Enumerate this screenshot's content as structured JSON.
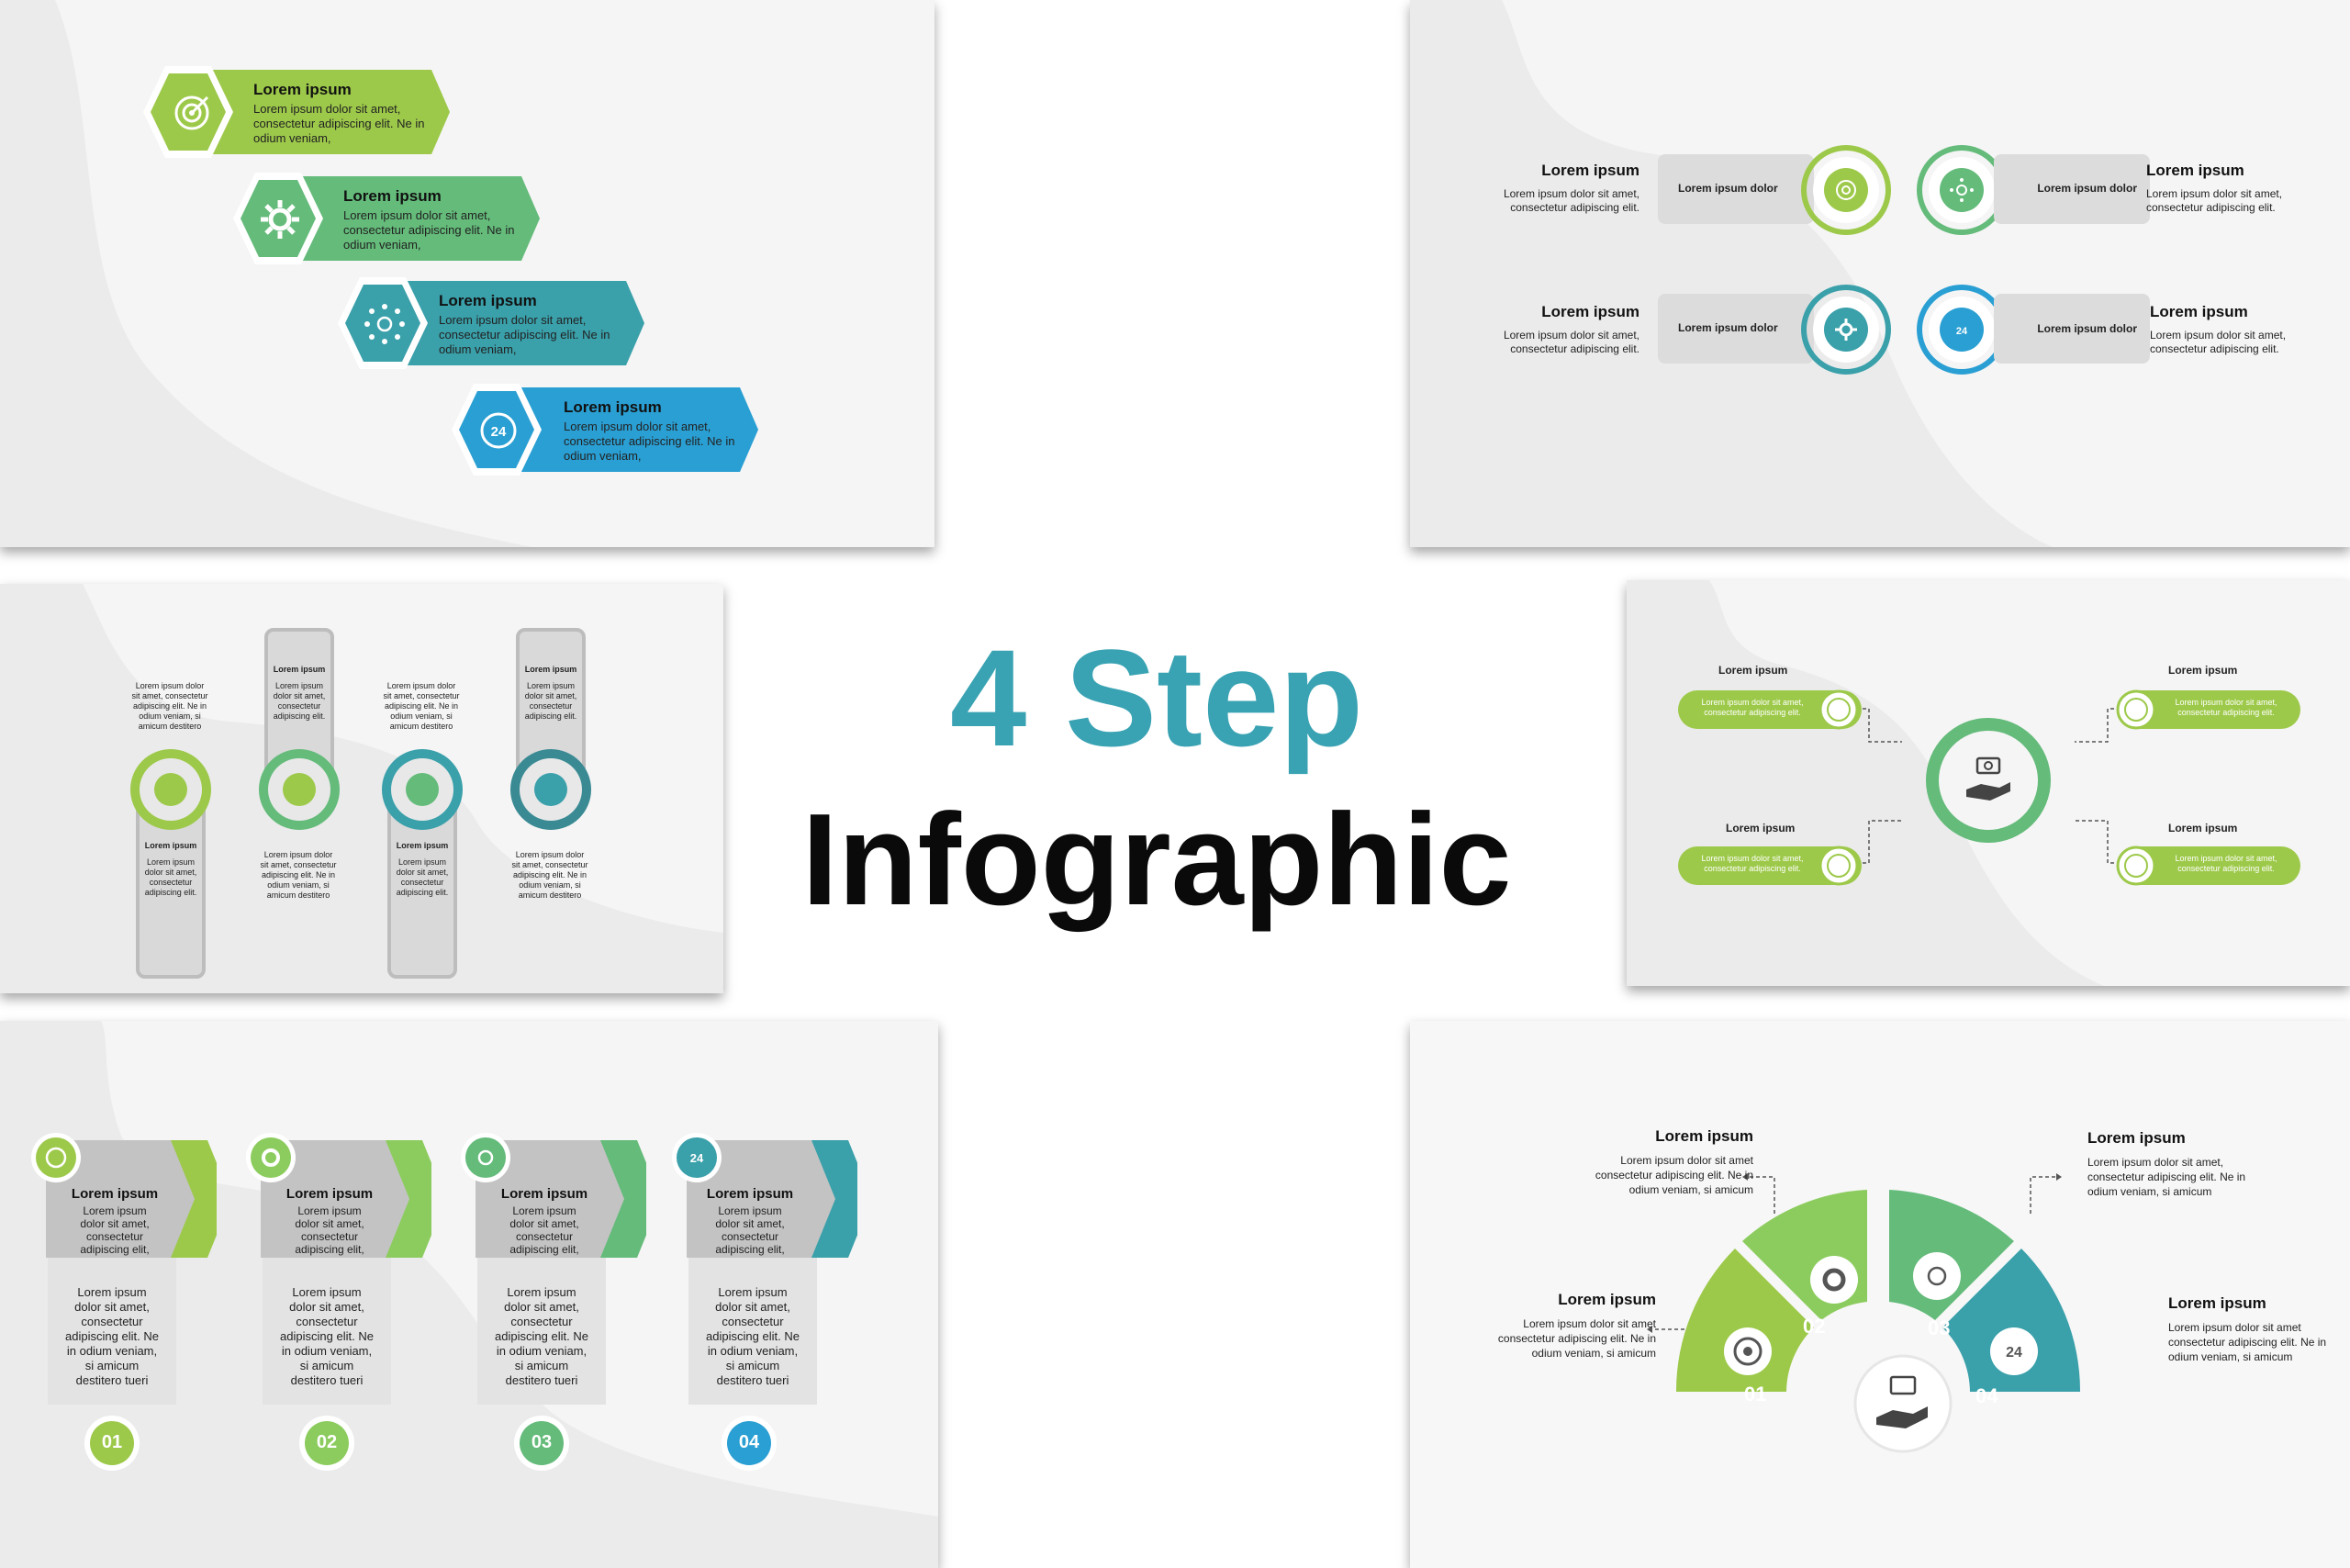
{
  "colors": {
    "green_light": "#9dc94a",
    "green": "#64bb7a",
    "teal": "#3aa0aa",
    "blue": "#2a9fd3",
    "gray_panel": "#dcdcdc",
    "headline_teal": "#3aa3b3"
  },
  "headline": {
    "line1": "4 Step",
    "line2": "Infographic"
  },
  "slide1": {
    "steps": [
      {
        "title": "Lorem ipsum",
        "body1": "Lorem ipsum dolor sit amet,",
        "body2": "consectetur adipiscing elit. Ne in",
        "body3": "odium veniam,",
        "icon": "target-icon"
      },
      {
        "title": "Lorem ipsum",
        "body1": "Lorem ipsum dolor sit amet,",
        "body2": "consectetur adipiscing elit. Ne in",
        "body3": "odium veniam,",
        "icon": "gears-icon"
      },
      {
        "title": "Lorem ipsum",
        "body1": "Lorem ipsum dolor sit amet,",
        "body2": "consectetur adipiscing elit. Ne in",
        "body3": "odium veniam,",
        "icon": "network-icon"
      },
      {
        "title": "Lorem ipsum",
        "body1": "Lorem ipsum dolor sit amet,",
        "body2": "consectetur adipiscing elit. Ne in",
        "body3": "odium veniam,",
        "icon": "support-24-icon"
      }
    ]
  },
  "slide2": {
    "items": [
      {
        "title": "Lorem ipsum",
        "body1": "Lorem ipsum dolor sit amet,",
        "body2": "consectetur adipiscing elit.",
        "pill": "Lorem ipsum dolor"
      },
      {
        "title": "Lorem ipsum",
        "body1": "Lorem ipsum dolor sit amet,",
        "body2": "consectetur adipiscing elit.",
        "pill": "Lorem ipsum dolor"
      },
      {
        "title": "Lorem ipsum",
        "body1": "Lorem ipsum dolor sit amet,",
        "body2": "consectetur adipiscing elit.",
        "pill": "Lorem ipsum dolor"
      },
      {
        "title": "Lorem ipsum",
        "body1": "Lorem ipsum dolor sit amet,",
        "body2": "consectetur adipiscing elit.",
        "pill": "Lorem ipsum dolor"
      }
    ]
  },
  "slide3": {
    "free_text": [
      "Lorem ipsum dolor",
      "sit amet, consectetur",
      "adipiscing elit. Ne in",
      "odium veniam, si",
      "amicum destitero"
    ],
    "card_title": "Lorem ipsum",
    "card_body": [
      "Lorem ipsum",
      "dolor sit amet,",
      "consectetur",
      "adipiscing elit."
    ]
  },
  "slide4": {
    "label": "Lorem ipsum",
    "pill_line1": "Lorem ipsum dolor sit amet,",
    "pill_line2": "consectetur adipiscing elit."
  },
  "slide5": {
    "steps": [
      {
        "num": "01",
        "title": "Lorem ipsum"
      },
      {
        "num": "02",
        "title": "Lorem ipsum"
      },
      {
        "num": "03",
        "title": "Lorem ipsum"
      },
      {
        "num": "04",
        "title": "Lorem ipsum"
      }
    ],
    "head_body": [
      "Lorem ipsum",
      "dolor sit amet,",
      "consectetur",
      "adipiscing elit,"
    ],
    "body": [
      "Lorem ipsum",
      "dolor sit amet,",
      "consectetur",
      "adipiscing elit. Ne",
      "in odium veniam,",
      "si amicum",
      "destitero tueri"
    ]
  },
  "slide6": {
    "segments": [
      "01",
      "02",
      "03",
      "04"
    ],
    "title": "Lorem ipsum",
    "body": [
      "Lorem ipsum dolor sit amet",
      "consectetur adipiscing elit. Ne in",
      "odium veniam, si amicum"
    ],
    "body_alt1": "Lorem ipsum dolor sit amet,"
  }
}
